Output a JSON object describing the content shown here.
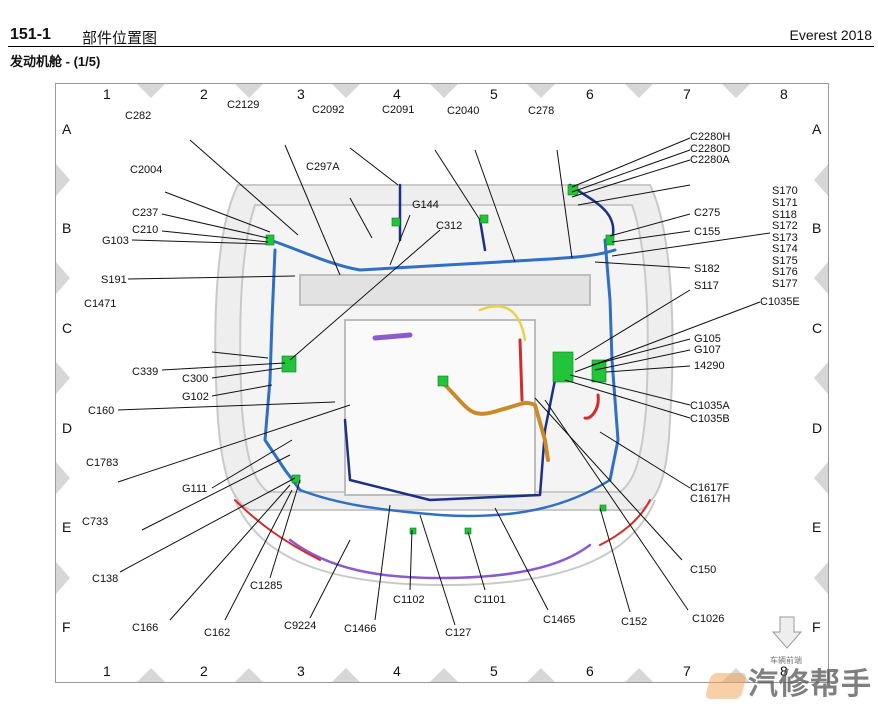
{
  "header": {
    "page_code": "151-1",
    "page_title": "部件位置图",
    "model": "Everest 2018",
    "section": "发动机舱",
    "section_part": " - (1/5)"
  },
  "grid": {
    "columns": [
      "1",
      "2",
      "3",
      "4",
      "5",
      "6",
      "7",
      "8"
    ],
    "rows": [
      "A",
      "B",
      "C",
      "D",
      "E",
      "F"
    ]
  },
  "labels": {
    "C282": "C282",
    "C2129": "C2129",
    "C2092": "C2092",
    "C2091": "C2091",
    "C2040": "C2040",
    "C278": "C278",
    "C297A": "C297A",
    "C2004": "C2004",
    "C237": "C237",
    "C210": "C210",
    "G103": "G103",
    "G144": "G144",
    "C312": "C312",
    "S191": "S191",
    "C1471": "C1471",
    "C339": "C339",
    "C300": "C300",
    "G102": "G102",
    "C160": "C160",
    "C1783": "C1783",
    "G111": "G111",
    "C733": "C733",
    "C138": "C138",
    "C166": "C166",
    "C162": "C162",
    "C1285": "C1285",
    "C9224": "C9224",
    "C1466": "C1466",
    "C1102": "C1102",
    "C127": "C127",
    "C1101": "C1101",
    "C1465": "C1465",
    "C152": "C152",
    "C1026": "C1026",
    "C150": "C150",
    "C2280H": "C2280H",
    "C2280D": "C2280D",
    "C2280A": "C2280A",
    "C275": "C275",
    "C155": "C155",
    "S170": "S170",
    "S171": "S171",
    "S118": "S118",
    "S172": "S172",
    "S173": "S173",
    "S174": "S174",
    "S175": "S175",
    "S176": "S176",
    "S177": "S177",
    "S182": "S182",
    "S117": "S117",
    "C1035E": "C1035E",
    "G105": "G105",
    "G107": "G107",
    "L14290": "14290",
    "C1035A": "C1035A",
    "C1035B": "C1035B",
    "C1617F": "C1617F",
    "C1617H": "C1617H"
  },
  "front_indicator": "车辆前端",
  "watermark": "汽修帮手",
  "colors": {
    "harness_blue": "#2f6fc4",
    "harness_dark": "#1c2f8a",
    "connector_green": "#22c43a",
    "harness_orange": "#c98a2a",
    "harness_red": "#d62b2b",
    "harness_purple": "#8a5bd0",
    "harness_yellow": "#e8d24a"
  }
}
